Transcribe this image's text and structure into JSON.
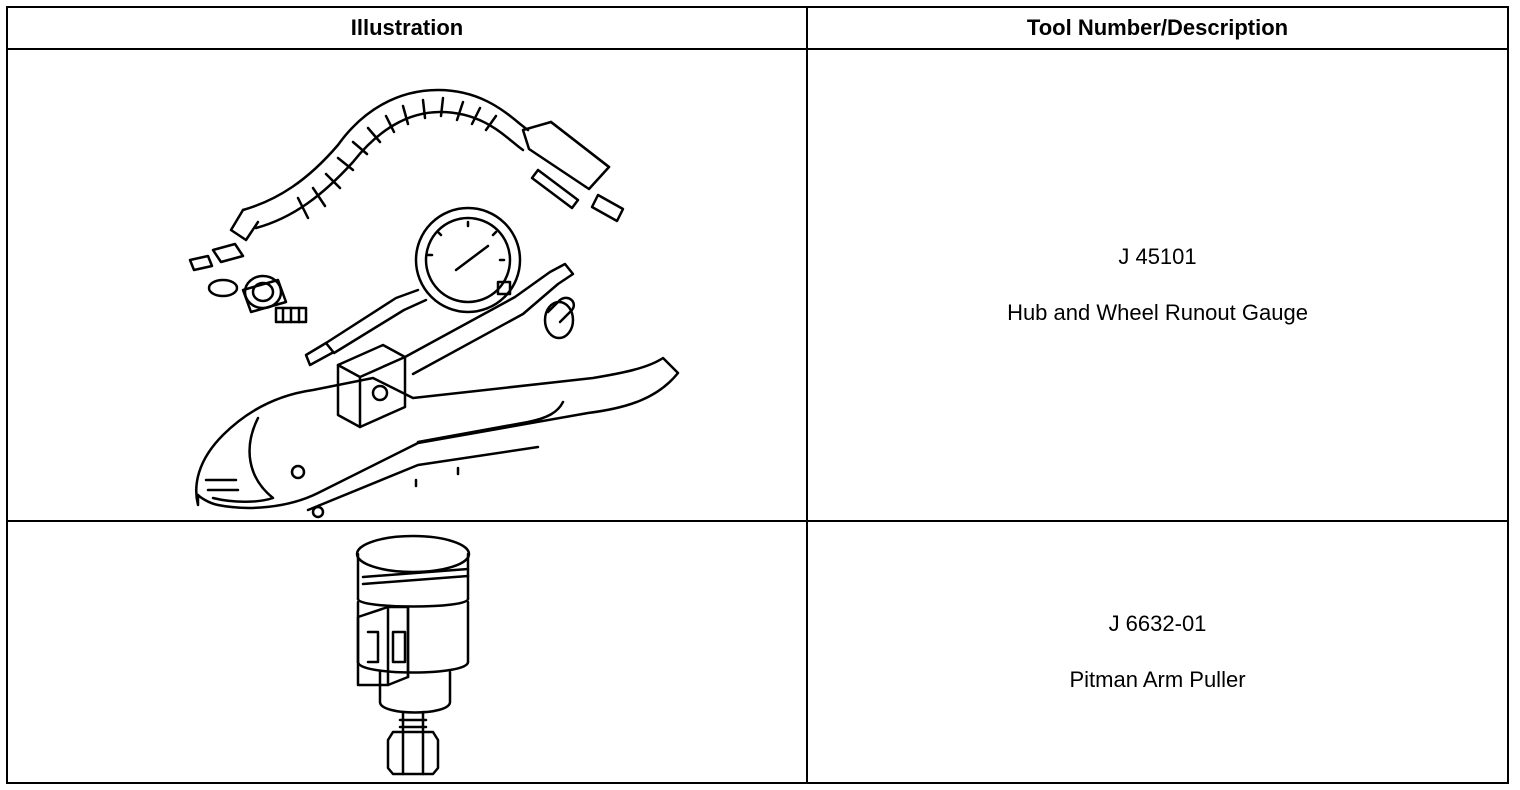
{
  "table": {
    "headers": [
      "Illustration",
      "Tool Number/Description"
    ],
    "rows": [
      {
        "tool_number": "J 45101",
        "description": "Hub and Wheel Runout Gauge",
        "illustration_icon": "hub-wheel-runout-gauge-icon"
      },
      {
        "tool_number": "J 6632-01",
        "description": "Pitman Arm Puller",
        "illustration_icon": "pitman-arm-puller-icon"
      }
    ]
  }
}
